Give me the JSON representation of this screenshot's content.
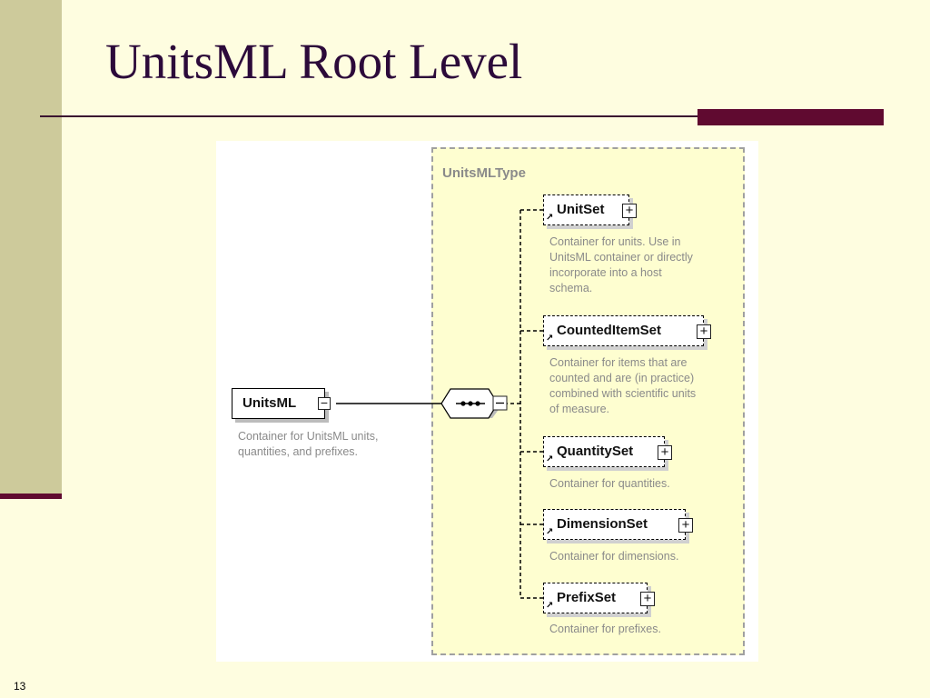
{
  "slide": {
    "title": "UnitsML Root Level",
    "number": "13"
  },
  "diagram": {
    "type_label": "UnitsMLType",
    "root": {
      "name": "UnitsML",
      "description_lines": [
        "Container for UnitsML units,",
        "quantities, and prefixes."
      ]
    },
    "children": [
      {
        "name": "UnitSet",
        "description_lines": [
          "Container for units. Use in",
          "UnitsML container or directly",
          "incorporate into a host",
          "schema."
        ]
      },
      {
        "name": "CountedItemSet",
        "description_lines": [
          "Container for items that are",
          "counted and are (in practice)",
          "combined with scientific units",
          "of measure."
        ]
      },
      {
        "name": "QuantitySet",
        "description_lines": [
          "Container for quantities."
        ]
      },
      {
        "name": "DimensionSet",
        "description_lines": [
          "Container for dimensions."
        ]
      },
      {
        "name": "PrefixSet",
        "description_lines": [
          "Container for prefixes."
        ]
      }
    ]
  },
  "colors": {
    "background": "#fefde0",
    "side_band": "#cdca9b",
    "accent": "#600a30",
    "type_box": "#fefed0"
  }
}
